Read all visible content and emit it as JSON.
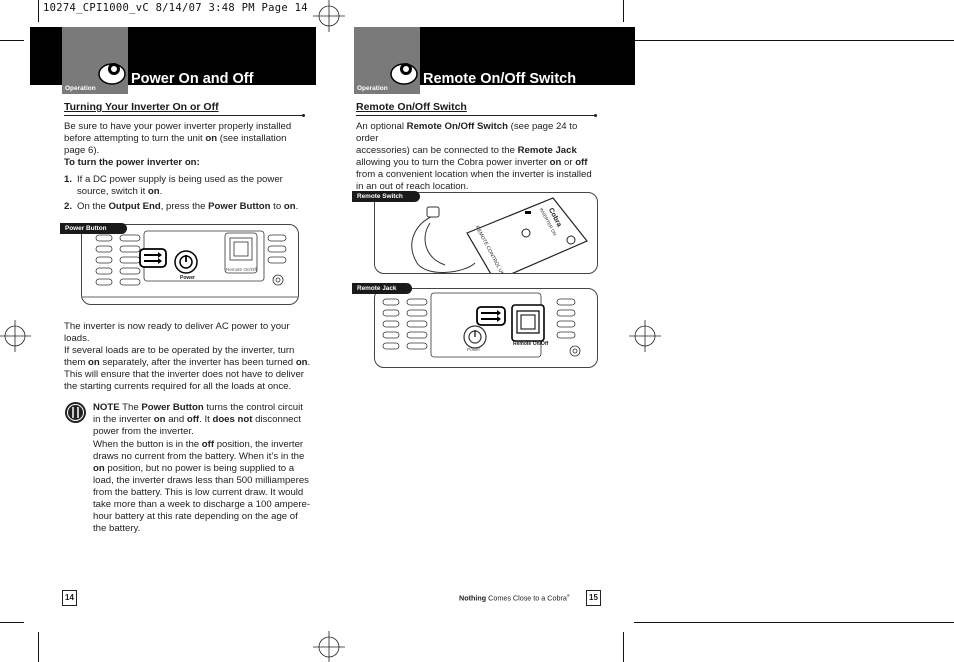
{
  "slug": "10274_CPI1000_vC  8/14/07  3:48 PM  Page 14",
  "left_page": {
    "section_tag": "Operation",
    "title": "Power On and Off",
    "heading": "Turning Your Inverter On or Off",
    "intro": [
      "Be sure to have your power inverter properly installed",
      "before attempting to turn the unit ",
      "on",
      " (see installation",
      "page 6)."
    ],
    "subheading": "To turn the power inverter on:",
    "step1_num": "1.",
    "step1": [
      "If a DC power supply is being used as the power",
      "source, switch it ",
      "on",
      "."
    ],
    "step2_num": "2.",
    "step2": [
      "On the ",
      "Output End",
      ", press the ",
      "Power Button",
      " to ",
      "on",
      "."
    ],
    "figure_label": "Power Button",
    "figure_text": {
      "power": "Power",
      "remote": "Remote On/Off"
    },
    "body": [
      "The inverter is now ready to deliver AC power to your loads.",
      "If several loads are to be operated by the inverter, turn",
      "them ",
      "on",
      " separately, after the inverter has been turned ",
      "on",
      ".",
      "This will ensure that the inverter does not have to deliver",
      "the starting currents required for all the loads at once."
    ],
    "note_p1": [
      "NOTE",
      " The ",
      "Power Button",
      " turns the control circuit",
      "in the inverter ",
      "on",
      " and ",
      "off",
      ". It ",
      "does not",
      " disconnect",
      "power from the inverter."
    ],
    "note_p2": [
      "When the button is in the ",
      "off",
      " position, the inverter",
      "draws no current from the battery. When it’s in the",
      "on",
      " position, but no power is being supplied to a",
      "load, the inverter draws less than 500 milliamperes",
      "from the battery. This is low current draw. It would",
      "take more than a week to discharge a 100 ampere-",
      "hour battery at this rate depending on the age of",
      "the battery."
    ],
    "page_number": "14"
  },
  "right_page": {
    "section_tag": "Operation",
    "title": "Remote On/Off Switch",
    "heading": "Remote On/Off Switch",
    "body": [
      "An optional ",
      "Remote On/Off Switch",
      " (see page 24 to order",
      "accessories) can be connected to the ",
      "Remote Jack",
      "allowing you to turn the Cobra power inverter ",
      "on",
      " or ",
      "off",
      "from a convenient location when the inverter is installed",
      "in an out of reach location."
    ],
    "figure1_label": "Remote Switch",
    "figure1_text": {
      "brand": "Cobra",
      "inverter_on": "INVERTER ON",
      "remote_control": "REMOTE CONTROL UNIT"
    },
    "figure2_label": "Remote Jack",
    "figure2_text": {
      "power": "Power",
      "remote": "Remote On/Off"
    },
    "footer_bold": "Nothing",
    "footer_rest": " Comes Close to a Cobra",
    "footer_tm": "®",
    "page_number": "15"
  }
}
